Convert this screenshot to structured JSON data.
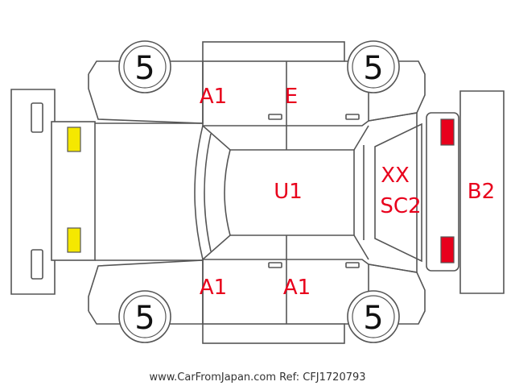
{
  "diagram": {
    "wheels": {
      "front_left": "5",
      "front_right": "5",
      "rear_left": "5",
      "rear_right": "5"
    },
    "codes": {
      "front_door_left": "A1",
      "rear_door_left": "E",
      "roof": "U1",
      "tailgate_line1": "XX",
      "tailgate_line2": "SC2",
      "rear_bumper": "B2",
      "front_door_right": "A1",
      "rear_door_right": "A1"
    },
    "lamp_colors": {
      "front": "#f5e800",
      "rear": "#e8001c"
    },
    "code_color": "#e8001c"
  },
  "footer": {
    "text": "www.CarFromJapan.com Ref: CFJ1720793"
  }
}
